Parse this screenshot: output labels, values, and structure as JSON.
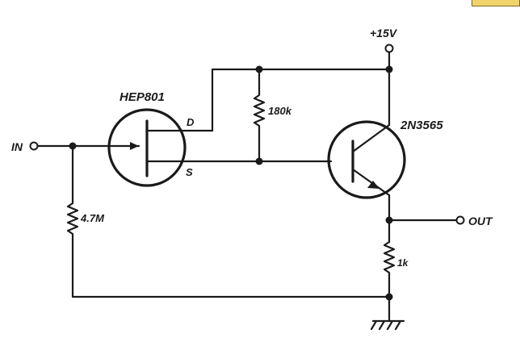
{
  "diagram": {
    "supply_label": "+15V",
    "fet_part": "HEP801",
    "fet_drain": "D",
    "fet_source": "S",
    "bjt_part": "2N3565",
    "r_feedback": "180k",
    "r_bias": "4.7M",
    "r_emitter": "1k",
    "input_label": "IN",
    "output_label": "OUT"
  },
  "colors": {
    "ink": "#1a1a1a",
    "paper": "#ffffff"
  }
}
